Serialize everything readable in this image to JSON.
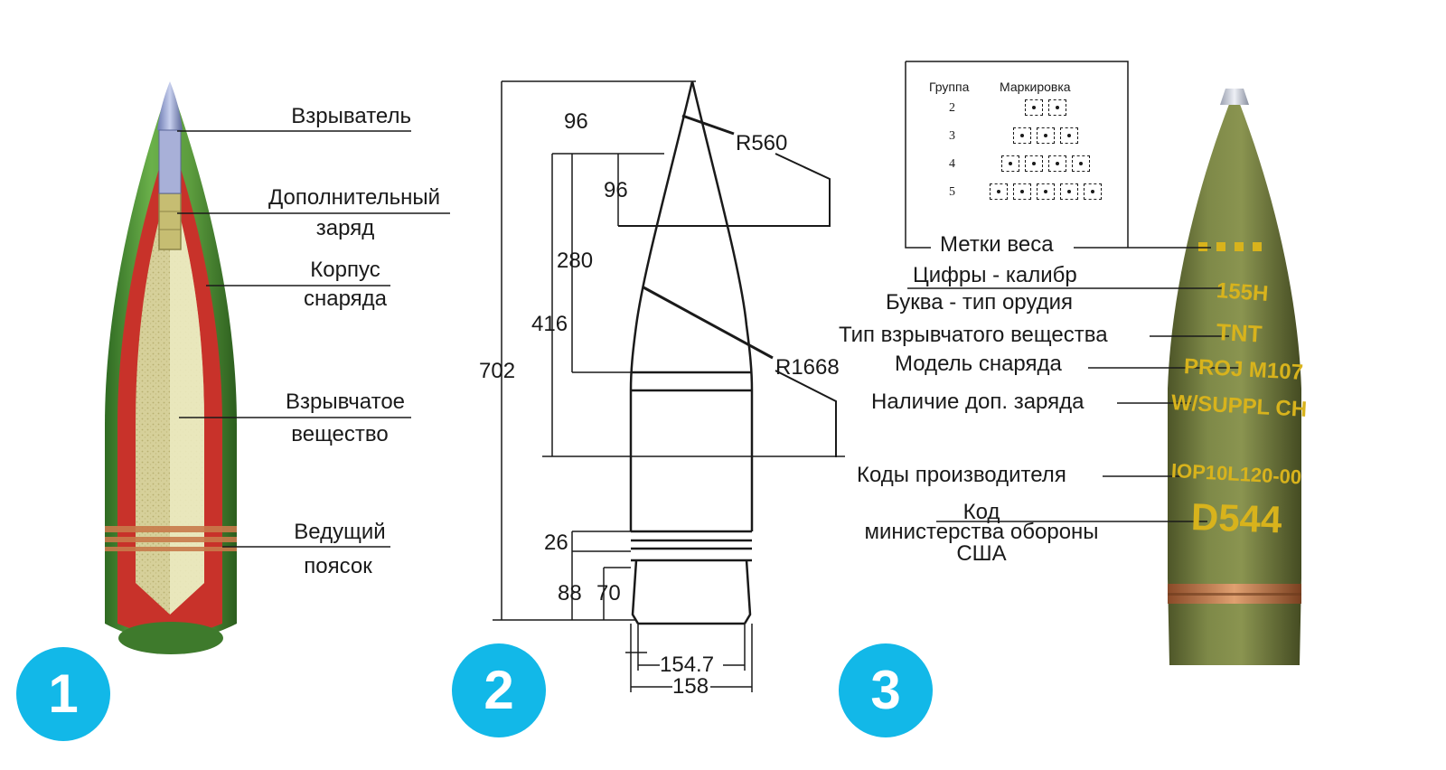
{
  "panel1": {
    "number": "1",
    "labels": {
      "fuze": "Взрыватель",
      "booster_line1": "Дополнительный",
      "booster_line2": "заряд",
      "body_line1": "Корпус",
      "body_line2": "снаряда",
      "explosive_line1": "Взрывчатое",
      "explosive_line2": "вещество",
      "band_line1": "Ведущий",
      "band_line2": "поясок"
    }
  },
  "panel2": {
    "number": "2",
    "dimensions": {
      "total_length": "702",
      "nose_length": "416",
      "ogive_length": "280",
      "tip_1": "96",
      "tip_2": "96",
      "radius_small": "R560",
      "radius_large": "R1668",
      "band_width": "26",
      "boattail_1": "88",
      "boattail_2": "70",
      "diameter_base": "154.7",
      "diameter_body": "158"
    }
  },
  "panel3": {
    "number": "3",
    "table": {
      "header_group": "Группа",
      "header_marking": "Маркировка",
      "rows": [
        {
          "group": "2",
          "dots": 2
        },
        {
          "group": "3",
          "dots": 3
        },
        {
          "group": "4",
          "dots": 4
        },
        {
          "group": "5",
          "dots": 5
        }
      ]
    },
    "labels": {
      "weight_marks": "Метки веса",
      "digits_caliber": "Цифры - калибр",
      "letter_gun": "Буква - тип орудия",
      "explosive_type": "Тип взрывчатого вещества",
      "projectile_model": "Модель снаряда",
      "supplementary_charge": "Наличие доп. заряда",
      "manufacturer_codes": "Коды производителя",
      "dod_line1": "Код",
      "dod_line2": "министерства обороны",
      "dod_line3": "США"
    },
    "stencil": {
      "caliber": "155H",
      "explosive": "TNT",
      "model": "PROJ M107",
      "supplementary": "W/SUPPL CH",
      "lot": "IOP10L120-00",
      "dodic": "D544"
    }
  },
  "colors": {
    "badge": "#12b8e8",
    "shell_green": "#4e8a3a",
    "shell_red": "#c8322a",
    "explosive_fill": "#d8d29a",
    "olive": "#707a3e",
    "stencil_yellow": "#d8b31c",
    "copper": "#c87a4a"
  }
}
